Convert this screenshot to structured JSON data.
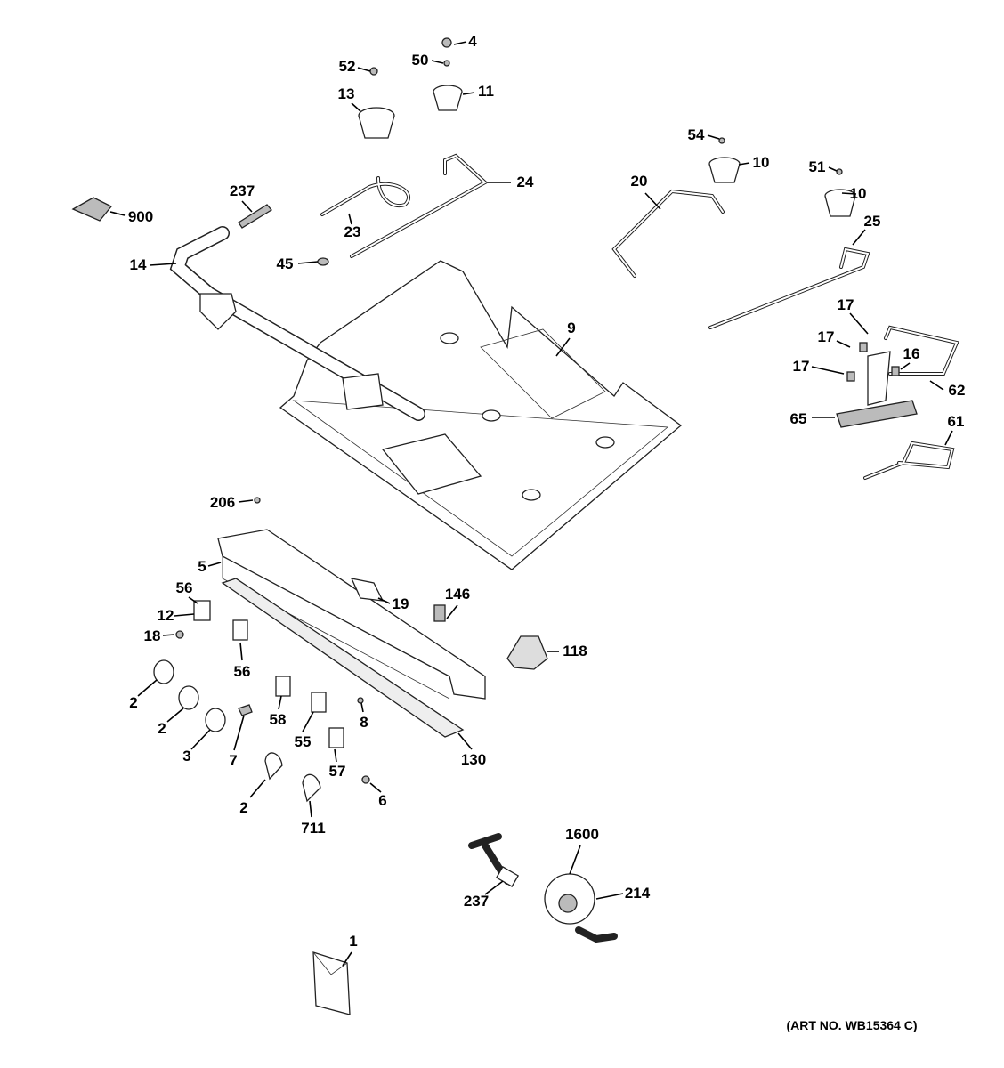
{
  "diagram": {
    "callouts": [
      "4",
      "52",
      "50",
      "13",
      "11",
      "54",
      "10",
      "51",
      "10",
      "20",
      "24",
      "237",
      "900",
      "23",
      "25",
      "45",
      "14",
      "9",
      "17",
      "17",
      "17",
      "16",
      "62",
      "65",
      "61",
      "206",
      "5",
      "19",
      "146",
      "56",
      "12",
      "18",
      "118",
      "56",
      "2",
      "2",
      "58",
      "8",
      "55",
      "3",
      "7",
      "130",
      "57",
      "2",
      "6",
      "711",
      "1600",
      "237",
      "214",
      "1"
    ],
    "art_number": "(ART NO. WB15364 C)"
  }
}
